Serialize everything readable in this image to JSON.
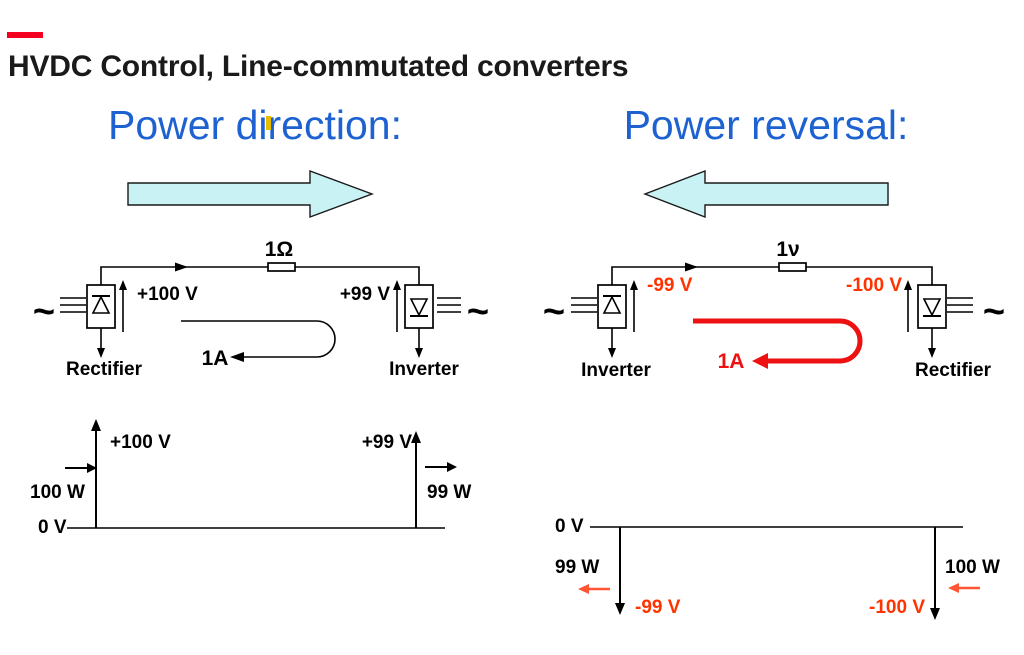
{
  "slide": {
    "title": "HVDC Control, Line-commutated converters",
    "left_heading": "Power direction:",
    "right_heading": "Power reversal:"
  },
  "left_circuit": {
    "resistor_label": "1Ω",
    "ac_left": "~",
    "ac_right": "~",
    "left_voltage": "+100 V",
    "right_voltage": "+99 V",
    "current_label": "1A",
    "left_label": "Rectifier",
    "right_label": "Inverter"
  },
  "right_circuit": {
    "resistor_label": "1ν",
    "ac_left": "~",
    "ac_right": "~",
    "left_voltage": "-99 V",
    "right_voltage": "-100 V",
    "current_label": "1A",
    "left_label": "Inverter",
    "right_label": "Rectifier"
  },
  "left_graph": {
    "zero_label": "0 V",
    "left_voltage": "+100 V",
    "left_power": "100 W",
    "right_voltage": "+99 V",
    "right_power": "99 W"
  },
  "right_graph": {
    "zero_label": "0 V",
    "left_voltage": "-99 V",
    "left_power": "99 W",
    "right_voltage": "-100 V",
    "right_power": "100 W"
  },
  "colors": {
    "accent_blue": "#1E62D2",
    "arrow_cyan": "#C9F2F4",
    "red_text": "#FF3300",
    "red_loop": "#EE1111",
    "arrow_orange": "#FF5533",
    "brand_red": "#F50021",
    "cursor_yellow": "#E8BC00"
  }
}
